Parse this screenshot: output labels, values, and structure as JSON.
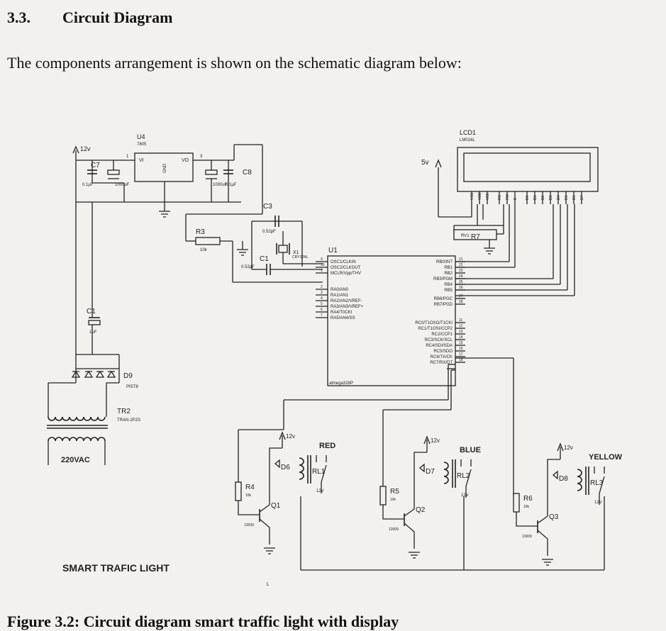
{
  "section": {
    "number": "3.3.",
    "title": "Circuit Diagram"
  },
  "intro": "The components arrangement is shown on the schematic diagram below:",
  "caption": "Figure 3.2: Circuit diagram smart traffic light with display",
  "diagram": {
    "title": "SMART TRAFIC LIGHT",
    "stray_mark": "L",
    "regulator": {
      "ref": "U4",
      "part": "7805",
      "pin_vi": "VI",
      "pin_vo": "VO",
      "pin_gnd": "GND",
      "pin1": "1",
      "pin3": "3"
    },
    "supply_12v": "12v",
    "supply_5v": "5v",
    "caps": {
      "c7": "C7",
      "c7_val": "0.1µF",
      "c7_elec": "1000uF",
      "c8": "C8",
      "c8_val": "0.1µF",
      "c8_elec": "1000uF",
      "c3": "C3",
      "c3_val": "0.52pF",
      "c1_osc": "C1",
      "c1_osc_val": "0.52pF",
      "c1": "C1",
      "c1_val": "1uF"
    },
    "crystal": "X1",
    "crystal_val": "CRYSTAL",
    "r3": "R3",
    "r3_val": "10k",
    "mcu": {
      "ref": "U1",
      "part": "atmega328P",
      "left_pins": [
        {
          "n": "9",
          "label": "OSC1/CLKIN"
        },
        {
          "n": "10",
          "label": "OSC2/CLKOUT"
        },
        {
          "n": "1",
          "label": "MCLR/Vpp/THV"
        },
        {
          "n": "2",
          "label": "RA0/AN0"
        },
        {
          "n": "3",
          "label": "RA1/AN1"
        },
        {
          "n": "4",
          "label": "RA2/AN2/VREF-"
        },
        {
          "n": "5",
          "label": "RA3/AN3/VREF+"
        },
        {
          "n": "6",
          "label": "RA4/T0CKI"
        },
        {
          "n": "7",
          "label": "RA5/AN4/SS"
        }
      ],
      "right_pins": [
        {
          "n": "21",
          "label": "RB0/INT"
        },
        {
          "n": "22",
          "label": "RB1"
        },
        {
          "n": "23",
          "label": "RB2"
        },
        {
          "n": "24",
          "label": "RB3/PGM"
        },
        {
          "n": "25",
          "label": "RB4"
        },
        {
          "n": "26",
          "label": "RB5"
        },
        {
          "n": "27",
          "label": "RB6/PGC"
        },
        {
          "n": "28",
          "label": "RB7/PGD"
        },
        {
          "n": "11",
          "label": "RC0/T1OSO/T1CKI"
        },
        {
          "n": "12",
          "label": "RC1/T1OSI/CCP2"
        },
        {
          "n": "13",
          "label": "RC2/CCP1"
        },
        {
          "n": "14",
          "label": "RC3/SCK/SCL"
        },
        {
          "n": "15",
          "label": "RC4/SDI/SDA"
        },
        {
          "n": "16",
          "label": "RC5/SDO"
        },
        {
          "n": "17",
          "label": "RC6/TX/CK"
        },
        {
          "n": "18",
          "label": "RC7/RX/DT"
        }
      ]
    },
    "lcd": {
      "ref": "LCD1",
      "part": "LM016L",
      "pins": [
        "VSS",
        "VDD",
        "VEE",
        "RS",
        "RW",
        "E",
        "D0",
        "D1",
        "D2",
        "D3",
        "D4",
        "D5",
        "D6",
        "D7"
      ]
    },
    "pot": "RV1",
    "rv_label": "R7",
    "bridge": {
      "ref": "D9",
      "part": "PIST8"
    },
    "transformer": {
      "ref": "TR2",
      "part": "TRAN-2P2S",
      "input": "220VAC"
    },
    "stages": [
      {
        "color": "RED",
        "r": "R4",
        "r_val": "10k",
        "d": "D6",
        "q": "Q1",
        "q_part": "13009",
        "relay": "RL1",
        "v": "12v",
        "relay_v": "12V"
      },
      {
        "color": "BLUE",
        "r": "R5",
        "r_val": "10k",
        "d": "D7",
        "q": "Q2",
        "q_part": "13009",
        "relay": "RL2",
        "v": "12v",
        "relay_v": "12V"
      },
      {
        "color": "YELLOW",
        "r": "R6",
        "r_val": "10k",
        "d": "D8",
        "q": "Q3",
        "q_part": "13009",
        "relay": "RL3",
        "v": "12v",
        "relay_v": "12V"
      }
    ]
  }
}
